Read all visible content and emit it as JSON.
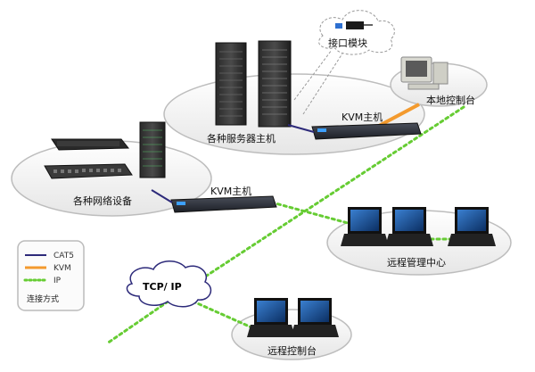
{
  "labels": {
    "servers": "各种服务器主机",
    "interface_module": "接口模块",
    "local_console": "本地控制台",
    "kvm_host_top": "KVM主机",
    "kvm_host_mid": "KVM主机",
    "network_devices": "各种网络设备",
    "remote_center": "远程管理中心",
    "remote_console": "远程控制台",
    "tcp_ip": "TCP/ IP"
  },
  "legend": {
    "items": [
      {
        "label": "CAT5",
        "color": "#2d2a7a",
        "style": "solid"
      },
      {
        "label": "KVM",
        "color": "#f39a2e",
        "style": "solid"
      },
      {
        "label": "IP",
        "color": "#66cc33",
        "style": "dotted"
      }
    ],
    "title": "连接方式"
  },
  "colors": {
    "cat5": "#2d2a7a",
    "kvm": "#f39a2e",
    "ip": "#66cc33"
  }
}
